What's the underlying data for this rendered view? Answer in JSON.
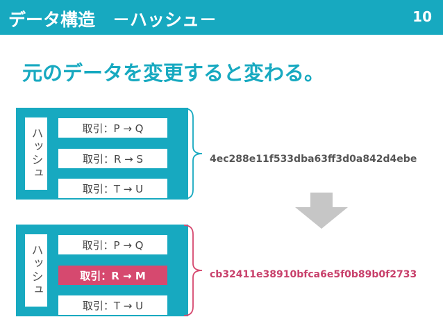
{
  "header": {
    "title": "データ構造　－ハッシュ－",
    "page_number": "10"
  },
  "subtitle": "元のデータを変更すると変わる。",
  "panels": [
    {
      "label": "ハッシュ",
      "transactions": [
        "取引：P → Q",
        "取引：R → S",
        "取引：T → U"
      ],
      "hash": "4ec288e11f533dba63ff3d0a842d4ebe"
    },
    {
      "label": "ハッシュ",
      "transactions": [
        "取引：P → Q",
        "取引：R → M",
        "取引：T → U"
      ],
      "changed_index": 1,
      "hash": "cb32411e38910bfca6e5f0b89b0f2733"
    }
  ],
  "colors": {
    "accent": "#17a9c0",
    "highlight": "#d6496f",
    "hash_changed": "#c8406b",
    "arrow": "#c6c6c6"
  }
}
